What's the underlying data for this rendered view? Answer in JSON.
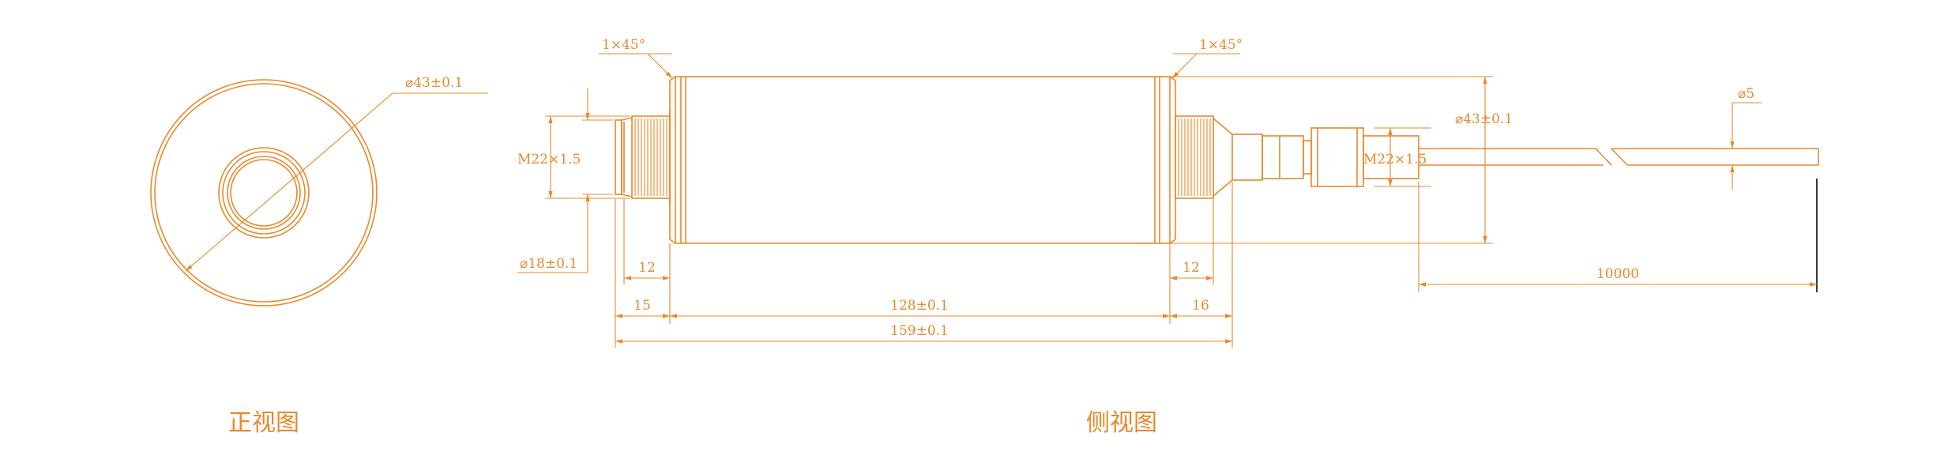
{
  "colors": {
    "line": "#e8892b",
    "cut": "#222222",
    "background": "#ffffff"
  },
  "front_view": {
    "caption": "正视图",
    "outer_dim": "⌀43±0.1"
  },
  "side_view": {
    "caption": "侧视图",
    "chamfer_left": "1×45°",
    "chamfer_right": "1×45°",
    "thread_left": "M22×1.5",
    "thread_right": "M22×1.5",
    "bore_dim": "⌀18±0.1",
    "body_dia": "⌀43±0.1",
    "cable_dia": "⌀5",
    "len_thread_left": "12",
    "len_thread_right": "12",
    "len_left": "15",
    "len_body": "128±0.1",
    "len_right": "16",
    "len_total": "159±0.1",
    "cable_len": "10000"
  }
}
